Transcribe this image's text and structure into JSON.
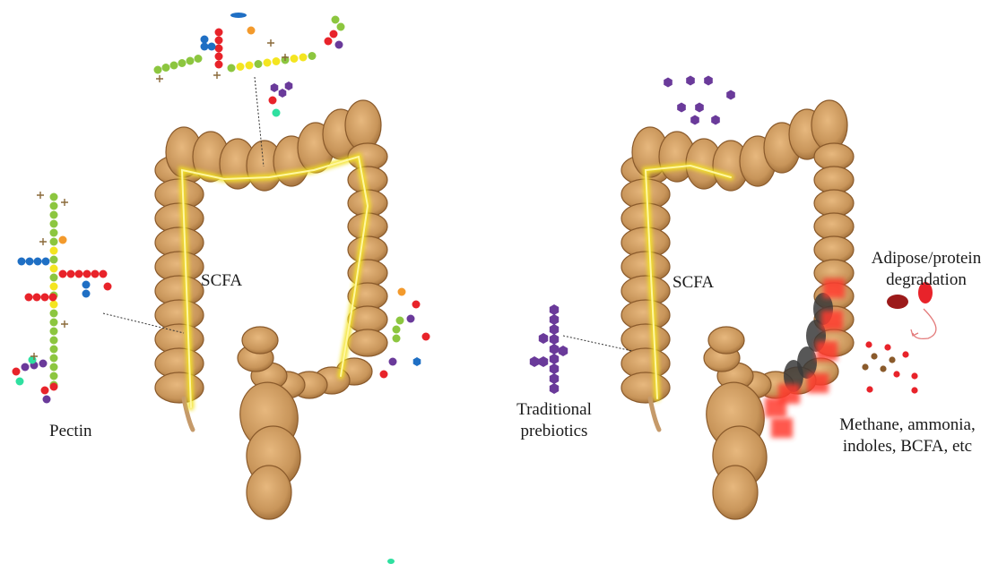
{
  "labels": {
    "pectin": "Pectin",
    "scfa_left": "SCFA",
    "scfa_right": "SCFA",
    "traditional_1": "Traditional",
    "traditional_2": "prebiotics",
    "adipose_1": "Adipose/protein",
    "adipose_2": "degradation",
    "methane_1": "Methane, ammonia,",
    "methane_2": "indoles, BCFA, etc"
  },
  "colors": {
    "colon_segment": "#c8955a",
    "colon_edge": "#8a5a2b",
    "scfa_glow": "#f3e224",
    "green_sugar": "#8cc63f",
    "red_sugar": "#e8232a",
    "blue_sugar": "#1f6fc4",
    "yellow_sugar": "#f4e520",
    "purple_sugar": "#6a3a9a",
    "teal_sugar": "#2fe0a0",
    "orange_sugar": "#f39a2c",
    "putrefaction_red": "#ff3b2f",
    "dark_segment": "#3a3a3a"
  },
  "icons": [
    "pectin-molecule-icon",
    "prebiotic-molecule-icon",
    "scattered-monosaccharide-icon",
    "fat-droplet-icon"
  ]
}
